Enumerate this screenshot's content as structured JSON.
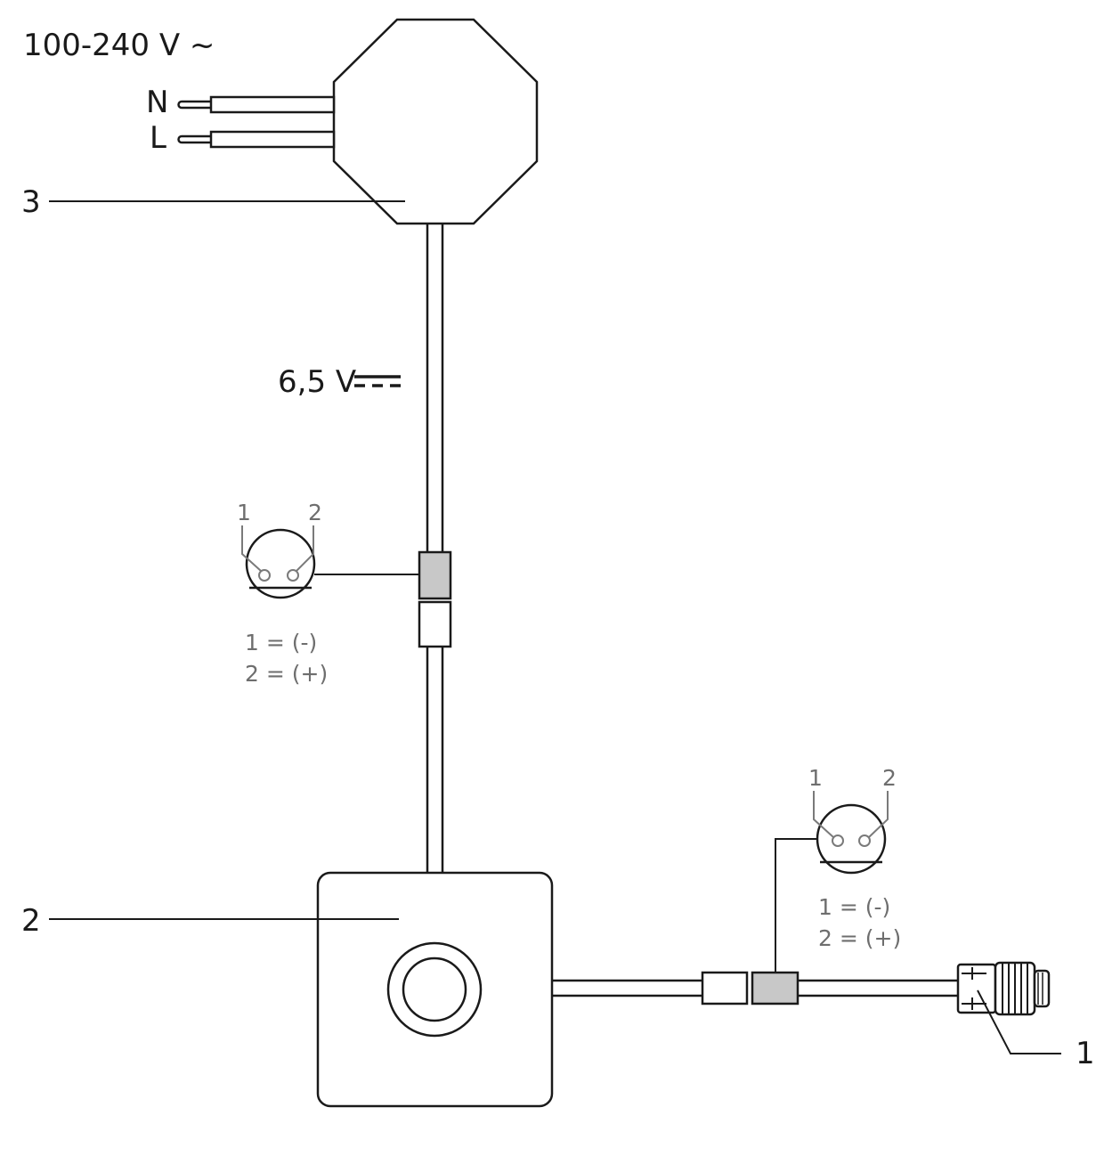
{
  "supply": {
    "voltage_ac": "100-240 V ~",
    "neutral": "N",
    "live": "L",
    "voltage_dc": "6,5 V"
  },
  "callouts": {
    "ref_3": "3",
    "ref_2": "2",
    "ref_1": "1"
  },
  "connector_upper": {
    "pin1": "1",
    "pin2": "2",
    "legend1": "1 = (-)",
    "legend2": "2 = (+)"
  },
  "connector_lower": {
    "pin1": "1",
    "pin2": "2",
    "legend1": "1 = (-)",
    "legend2": "2 = (+)"
  },
  "colors": {
    "line": "#1a1a1a",
    "connector_fill": "#c8c8c8",
    "pin_label": "#6e6e6e"
  }
}
